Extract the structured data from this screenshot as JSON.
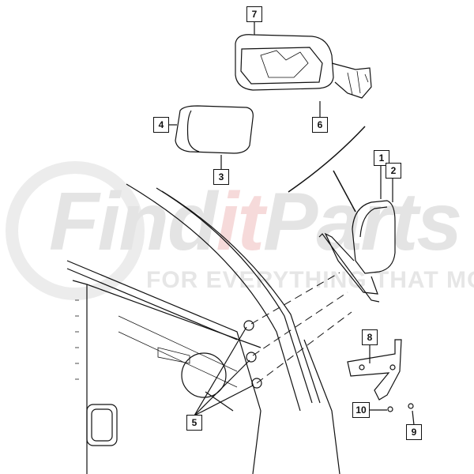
{
  "watermark": {
    "brand_part1": "Find",
    "brand_part2": "it",
    "brand_part3": "Parts",
    "tagline": "FOR EVERYTHING THAT MOVES",
    "accent_color": "#f6dada"
  },
  "callouts": {
    "c1": "1",
    "c2": "2",
    "c3": "3",
    "c4": "4",
    "c5": "5",
    "c6": "6",
    "c7": "7",
    "c8": "8",
    "c9": "9",
    "c10": "10"
  }
}
